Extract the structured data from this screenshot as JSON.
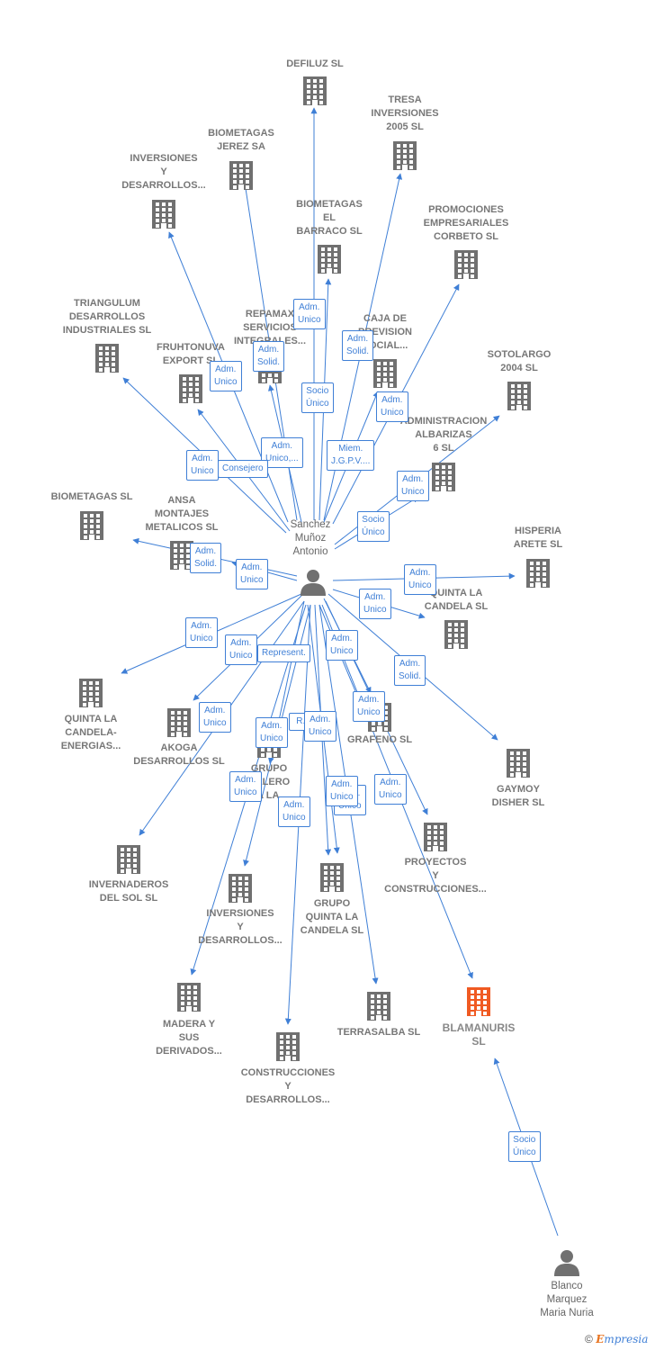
{
  "colors": {
    "edge": "#3f7fd6",
    "building": "#707070",
    "highlight": "#f05a22",
    "person": "#707070"
  },
  "hub_person": {
    "name": "Sanchez\nMuñoz\nAntonio"
  },
  "second_person": {
    "name": "Blanco\nMarquez\nMaria Nuria"
  },
  "companies": [
    {
      "id": "defiluz",
      "name": "DEFILUZ SL"
    },
    {
      "id": "tresa",
      "name": "TRESA\nINVERSIONES\n2005 SL"
    },
    {
      "id": "biometagas_jerez",
      "name": "BIOMETAGAS\nJEREZ SA"
    },
    {
      "id": "inversiones1",
      "name": "INVERSIONES\nY\nDESARROLLOS..."
    },
    {
      "id": "biometagas_barraco",
      "name": "BIOMETAGAS\nEL\nBARRACO SL"
    },
    {
      "id": "promociones",
      "name": "PROMOCIONES\nEMPRESARIALES\nCORBETO SL"
    },
    {
      "id": "triangulum",
      "name": "TRIANGULUM\nDESARROLLOS\nINDUSTRIALES SL"
    },
    {
      "id": "repamax",
      "name": "REPAMAX\nSERVICIOS\nINTEGRALES..."
    },
    {
      "id": "caja",
      "name": "CAJA DE\nPREVISION\nSOCIAL..."
    },
    {
      "id": "fruhtonuva",
      "name": "FRUHTONUVA\nEXPORT SL"
    },
    {
      "id": "sotolargo",
      "name": "SOTOLARGO\n2004 SL"
    },
    {
      "id": "administracion",
      "name": "ADMINISTRACION\nALBARIZAS\n6 SL"
    },
    {
      "id": "biometagas_sl",
      "name": "BIOMETAGAS SL"
    },
    {
      "id": "ansa",
      "name": "ANSA\nMONTAJES\nMETALICOS  SL"
    },
    {
      "id": "hisperia",
      "name": "HISPERIA\nARETE SL"
    },
    {
      "id": "quinta_candela",
      "name": "QUINTA LA\nCANDELA SL"
    },
    {
      "id": "quinta_energias",
      "name": "QUINTA LA\nCANDELA-\nENERGIAS..."
    },
    {
      "id": "akoga",
      "name": "AKOGA\nDESARROLLOS SL"
    },
    {
      "id": "grupo_gelero",
      "name": "GRUPO\nGELERO\nLA LA..."
    },
    {
      "id": "grafeno",
      "name": "GRAFENO SL"
    },
    {
      "id": "gaymoy",
      "name": "GAYMOY\nDISHER SL"
    },
    {
      "id": "invernaderos",
      "name": "INVERNADEROS\nDEL SOL  SL"
    },
    {
      "id": "proyectos",
      "name": "PROYECTOS\nY\nCONSTRUCCIONES..."
    },
    {
      "id": "grupo_quinta",
      "name": "GRUPO\nQUINTA LA\nCANDELA SL"
    },
    {
      "id": "inversiones2",
      "name": "INVERSIONES\nY\nDESARROLLOS..."
    },
    {
      "id": "madera",
      "name": "MADERA Y\nSUS\nDERIVADOS..."
    },
    {
      "id": "terrasalba",
      "name": "TERRASALBA SL"
    },
    {
      "id": "blamanuris",
      "name": "BLAMANURIS\nSL"
    },
    {
      "id": "construcciones",
      "name": "CONSTRUCCIONES\nY\nDESARROLLOS..."
    }
  ],
  "relations": [
    "Adm.\nUnico",
    "Adm.\nSolid.",
    "Adm.\nUnico",
    "Adm.\nSolid.",
    "Adm.\nUnico",
    "Socio\nÚnico",
    "Adm.\nUnico",
    "Adm.\nUnico,...",
    "Miem.\nJ.G.P.V....",
    "Consejero",
    "Adm.\nUnico",
    "Socio\nÚnico",
    "Adm.\nSolid.",
    "Adm.\nUnico",
    "Adm.\nUnico",
    "Adm.\nUnico",
    "Adm.\nUnico",
    "Adm.\nUnico",
    "Represent.",
    "Adm.\nUnico",
    "Adm.\nSolid.",
    "Adm.\nUnico",
    "Adm.\nUnico",
    "R...",
    "Adm.\nUnico",
    "Adm.\nUnico",
    "Adm.\nUnico",
    "Adm.\nUnico",
    "Adm.\nUnico",
    "Adm.\nUnico",
    "Adm.\nUnico",
    "Socio\nÚnico"
  ],
  "footer": {
    "copyright": "©",
    "brand_first": "E",
    "brand_rest": "mpresia"
  }
}
